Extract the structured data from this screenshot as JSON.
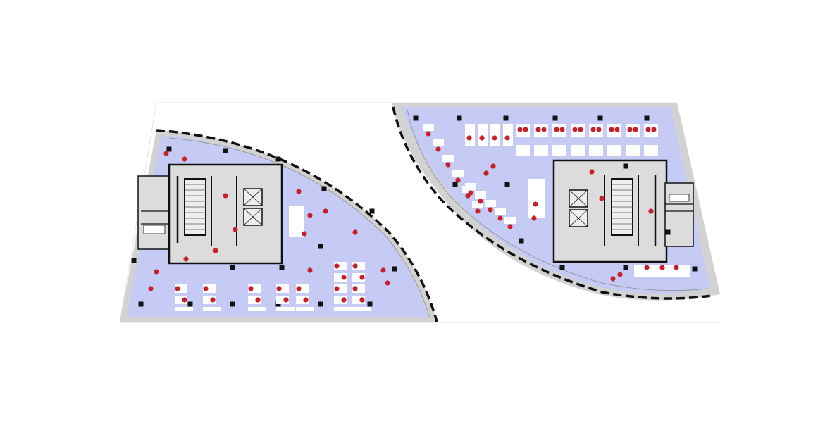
{
  "colors": {
    "background": "#ffffff",
    "floor_fill": "#c5cbf5",
    "facade_gray": "#d2d2d2",
    "core_gray": "#dcdcdc",
    "wall": "#111111",
    "furniture": "#ffffff",
    "chair_red": "#c8202a",
    "column": "#111111",
    "frame_line": "#cfcfcf"
  },
  "plans": [
    {
      "name": "floor-plan-left",
      "orientation": "left"
    },
    {
      "name": "floor-plan-right",
      "orientation": "right"
    }
  ],
  "icons": [
    "desk-icon",
    "chair-icon",
    "column-icon",
    "stair-icon",
    "elevator-icon",
    "door-swing-icon"
  ]
}
